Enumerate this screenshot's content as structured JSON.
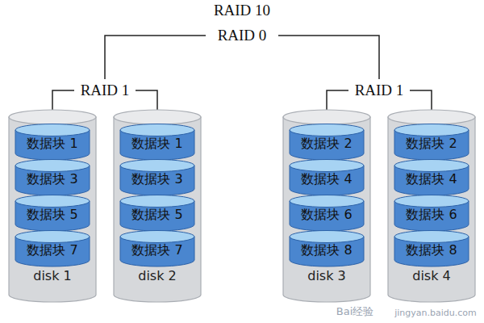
{
  "diagram": {
    "nodes": [
      {
        "text": [
          "disk 1"
        ]
      },
      {
        "text": [
          "数据块 1"
        ],
        "in": 0
      },
      {
        "text": [
          "数据块 3"
        ],
        "in": 0
      },
      {
        "text": [
          "数据块 5"
        ],
        "in": 0
      },
      {
        "text": [
          "数据块 7"
        ],
        "in": 0
      },
      {
        "text": [
          "disk 2"
        ]
      },
      {
        "text": [
          "数据块 1"
        ],
        "in": 5
      },
      {
        "text": [
          "数据块 3"
        ],
        "in": 5
      },
      {
        "text": [
          "数据块 5"
        ],
        "in": 5
      },
      {
        "text": [
          "数据块 7"
        ],
        "in": 5
      },
      {
        "text": [
          "disk 3"
        ]
      },
      {
        "text": [
          "数据块 2"
        ],
        "in": 10
      },
      {
        "text": [
          "数据块 4"
        ],
        "in": 10
      },
      {
        "text": [
          "数据块 6"
        ],
        "in": 10
      },
      {
        "text": [
          "数据块 8"
        ],
        "in": 10
      },
      {
        "text": [
          "disk 4"
        ]
      },
      {
        "text": [
          "数据块 2"
        ],
        "in": 15
      },
      {
        "text": [
          "数据块 4"
        ],
        "in": 15
      },
      {
        "text": [
          "数据块 6"
        ],
        "in": 15
      },
      {
        "text": [
          "数据块 8"
        ],
        "in": 15
      }
    ],
    "labels": [
      "RAID 10",
      "RAID 0",
      "RAID 1",
      "RAID 1",
      "Bai经验",
      "jingyan.baidu.com"
    ]
  }
}
